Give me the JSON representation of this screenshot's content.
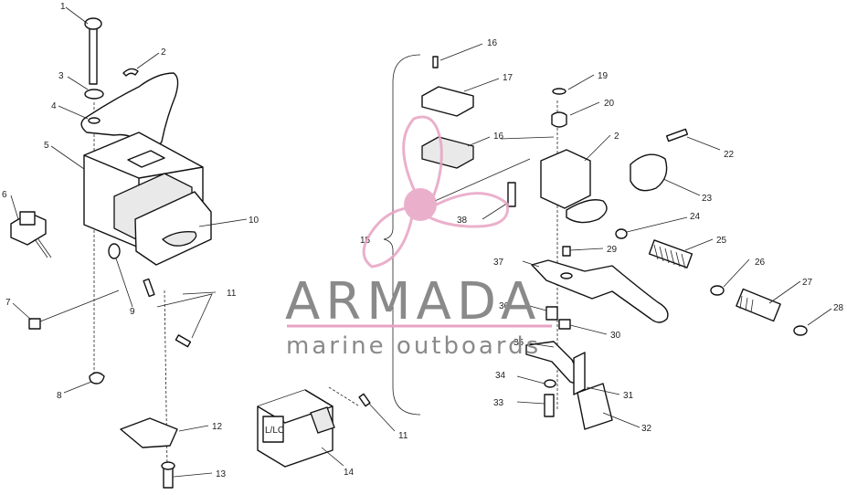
{
  "watermark": {
    "brand": "ARMADA",
    "tagline": "marine outboards",
    "brand_color": "#e7a3c3",
    "text_color": "#8a8a8a"
  },
  "callouts": {
    "c1": "1",
    "c2": "2",
    "c3": "3",
    "c4": "4",
    "c5": "5",
    "c6": "6",
    "c7": "7",
    "c8": "8",
    "c9": "9",
    "c10": "10",
    "c11": "11",
    "c12": "12",
    "c13": "13",
    "c14": "14",
    "c11b": "11",
    "c15": "15",
    "c16": "16",
    "c17": "17",
    "c18": "16",
    "c19": "19",
    "c20": "20",
    "c21": "2",
    "c22": "22",
    "c23": "23",
    "c24": "24",
    "c25": "25",
    "c26": "26",
    "c27": "27",
    "c28": "28",
    "c29": "29",
    "c30": "30",
    "c31": "31",
    "c32": "32",
    "c33": "33",
    "c34": "34",
    "c35": "35",
    "c36": "36",
    "c37": "37",
    "c38": "38"
  },
  "switch_label": "L/LC"
}
